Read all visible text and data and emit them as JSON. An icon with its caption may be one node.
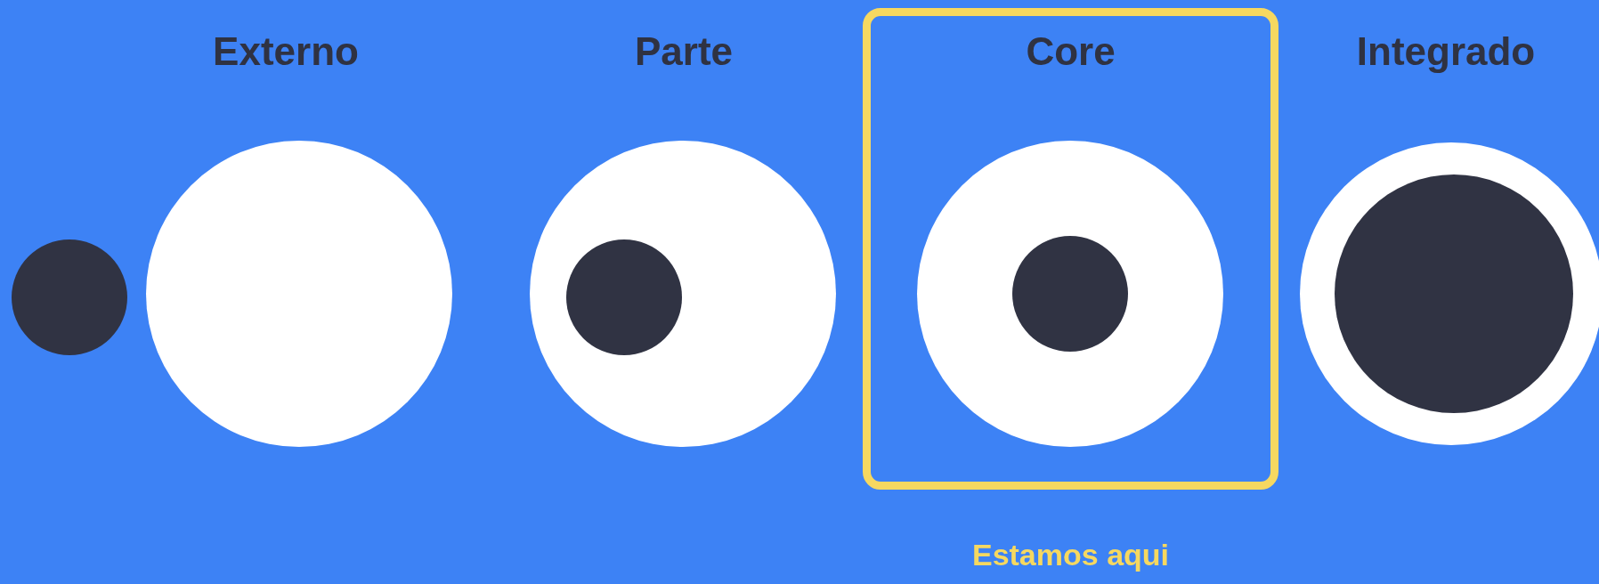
{
  "diagram": {
    "nodes": [
      {
        "text": [
          "Core"
        ],
        "beside": [
          "Estamos aqui"
        ]
      }
    ],
    "labels": [
      "Externo",
      "Parte",
      "Integrado"
    ]
  }
}
